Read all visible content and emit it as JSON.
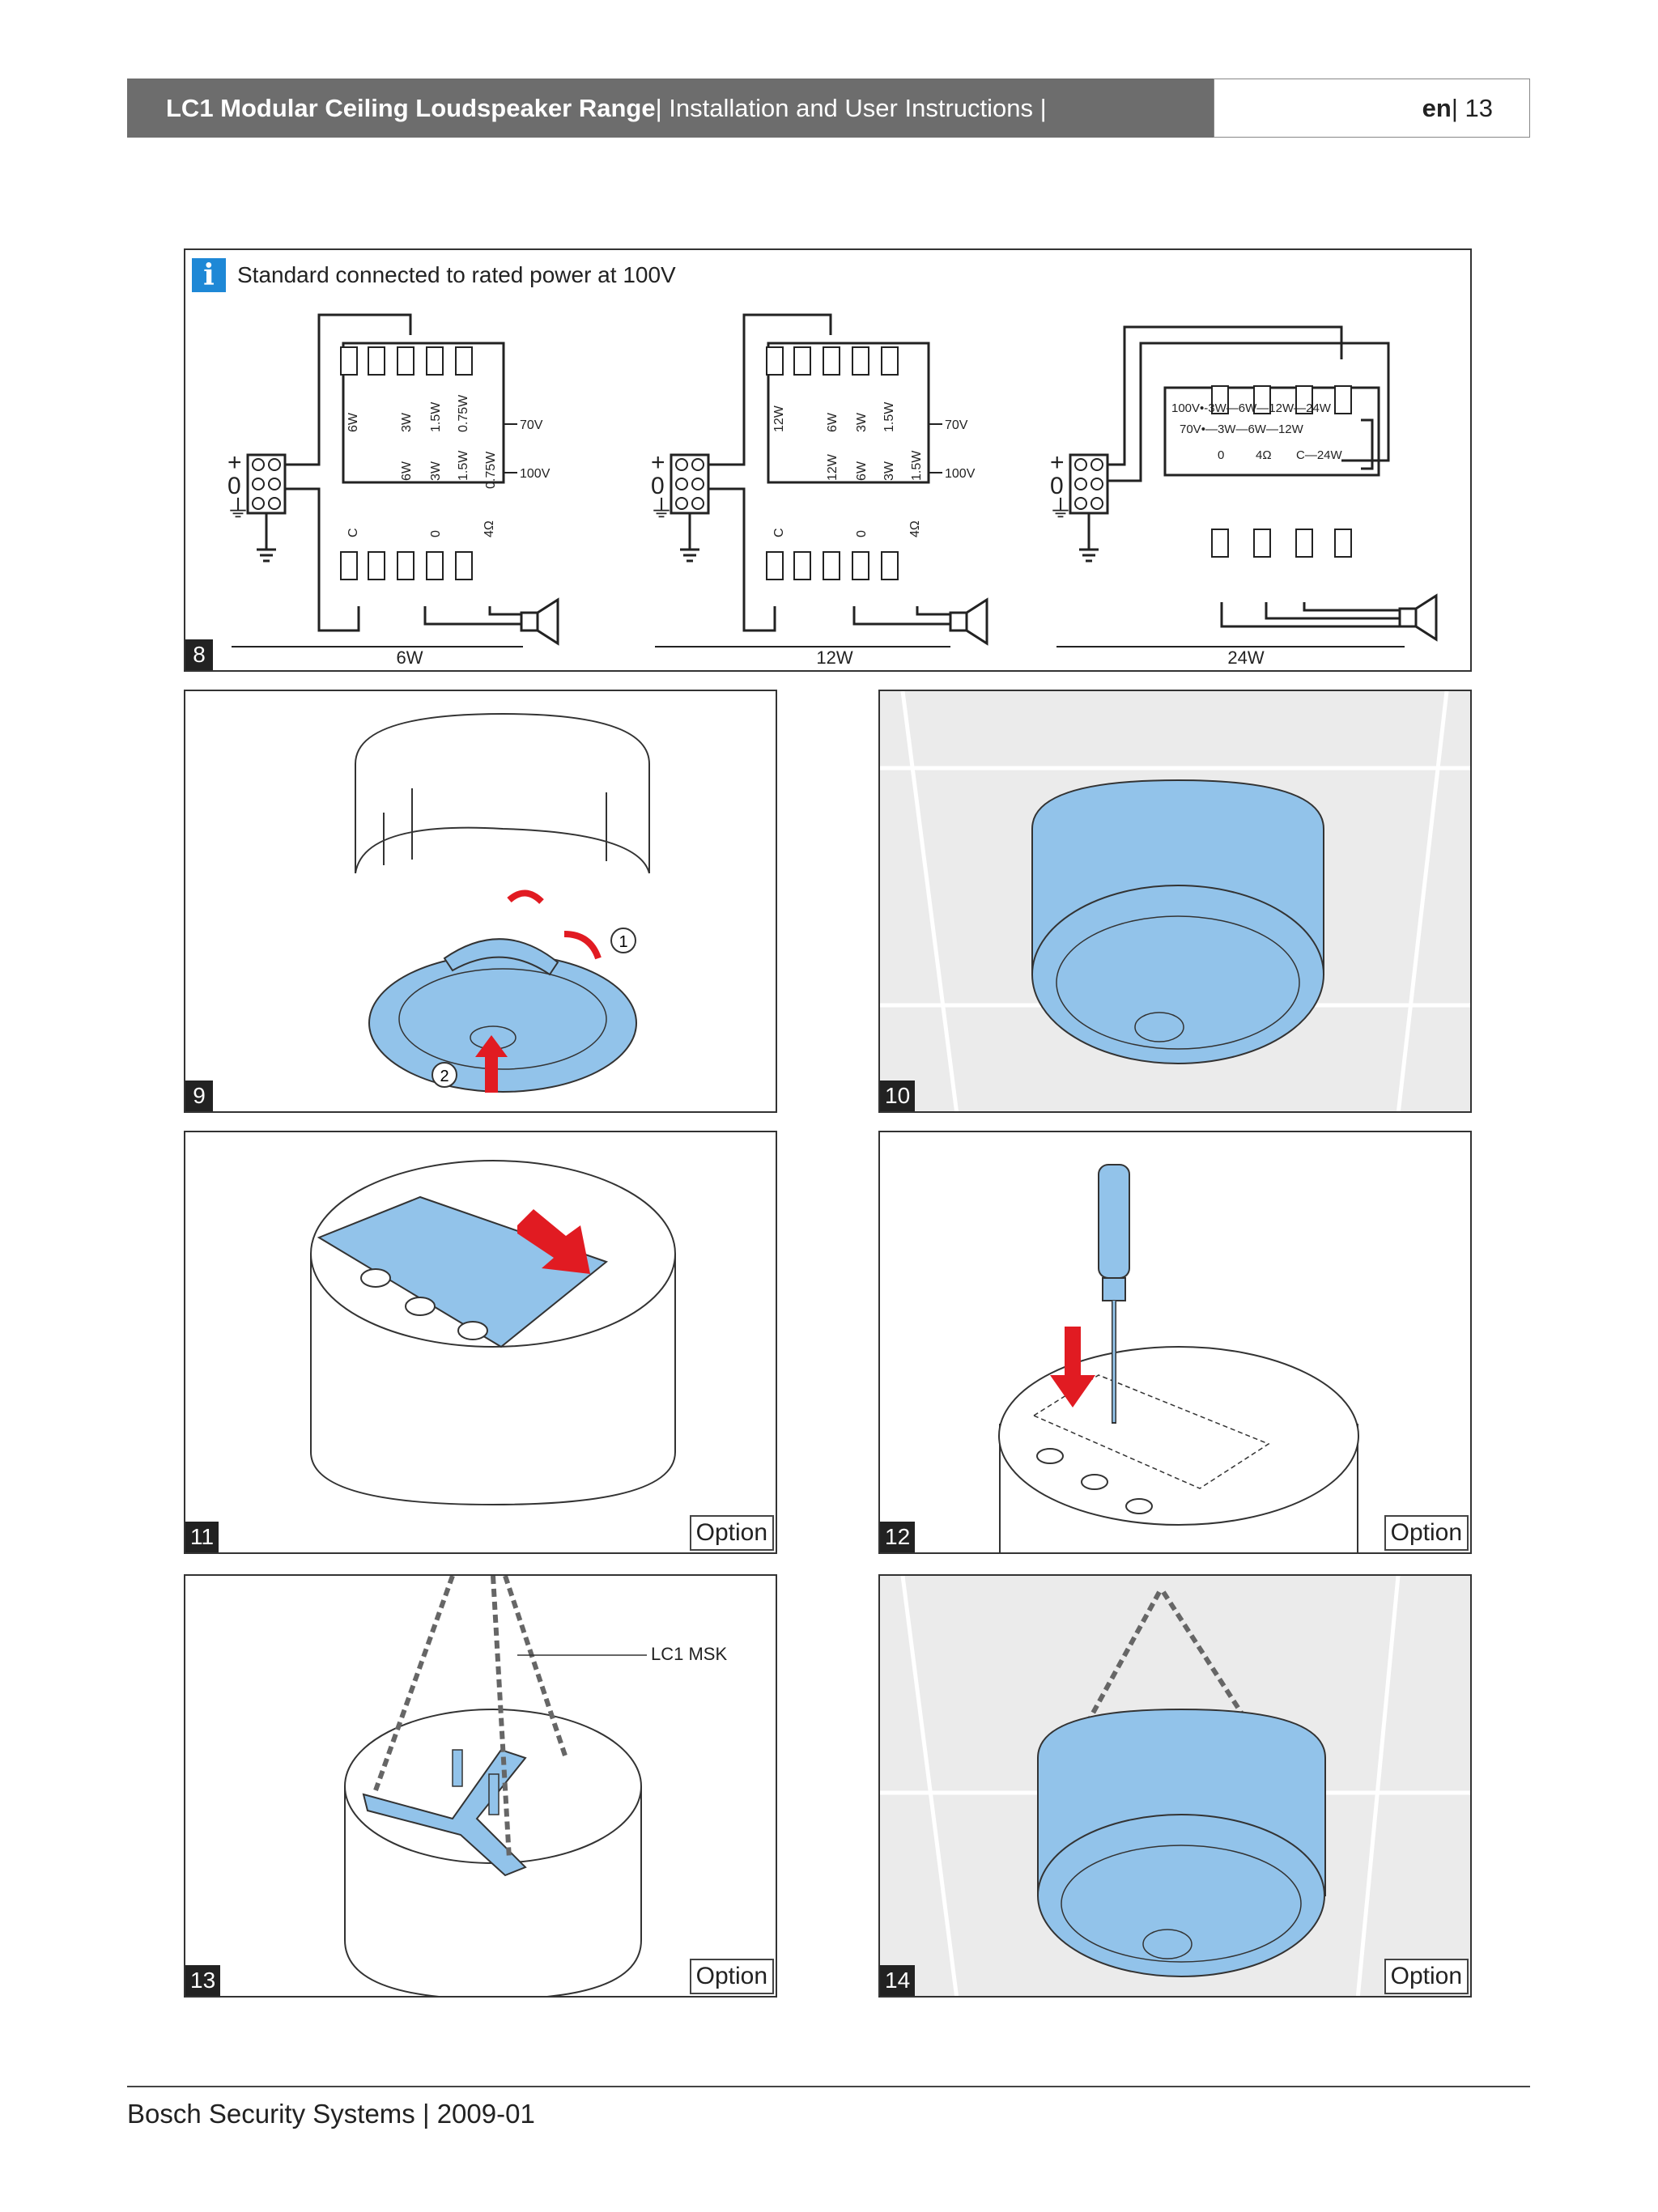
{
  "header": {
    "title": "LC1 Modular Ceiling Loudspeaker Range",
    "subtitle": " | Installation and User Instructions |",
    "lang": "en",
    "page": " | 13"
  },
  "figure8": {
    "info_text": "Standard connected to rated power at 100V",
    "number": "8",
    "labels": [
      "6W",
      "12W",
      "24W"
    ],
    "voltage_70": "70V",
    "voltage_100": "100V",
    "symbols": {
      "plus": "+",
      "zero": "0",
      "ground": "⏚"
    },
    "d1_top": [
      "6W",
      "3W",
      "1.5W",
      "0.75W"
    ],
    "d1_mid": [
      "6W",
      "3W",
      "1.5W",
      "0.75W"
    ],
    "d1_bot": [
      "C",
      "0",
      "4Ω"
    ],
    "d2_top": [
      "12W",
      "6W",
      "3W",
      "1.5W"
    ],
    "d2_mid": [
      "12W",
      "6W",
      "3W",
      "1.5W"
    ],
    "d2_bot": [
      "C",
      "0",
      "4Ω"
    ],
    "d3_row1": "100V•-3W—6W—12W—24W",
    "d3_row2": "70V•—3W—6W—12W",
    "d3_row3_a": "0",
    "d3_row3_b": "4Ω",
    "d3_row3_c": "C—24W"
  },
  "panels": [
    {
      "number": "9",
      "markers": [
        "1",
        "2"
      ]
    },
    {
      "number": "10"
    },
    {
      "number": "11",
      "option": "Option"
    },
    {
      "number": "12",
      "option": "Option"
    },
    {
      "number": "13",
      "option": "Option",
      "callout": "LC1 MSK"
    },
    {
      "number": "14",
      "option": "Option"
    }
  ],
  "footer": {
    "text": "Bosch Security Systems | 2009-01"
  },
  "colors": {
    "speaker_blue": "#92c3ea",
    "arrow_red": "#e11b22",
    "ceiling_gray": "#ebebeb",
    "info_blue": "#1e88d6"
  }
}
